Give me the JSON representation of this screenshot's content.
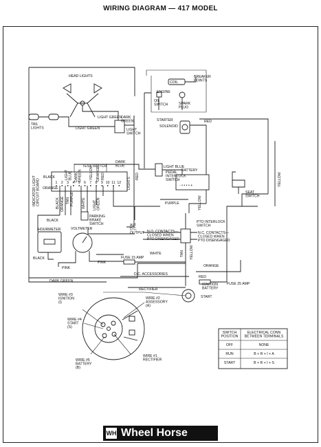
{
  "title": "WIRING DIAGRAM — 417 MODEL",
  "labels": {
    "head_lights": "HEAD LIGHTS",
    "tail_lights": "TAIL\nLIGHTS",
    "light_green_1": "LIGHT GREEN",
    "light_green_2": "LIGHT GREEN",
    "dark_green_top": "DARK\nGREEN",
    "light_switch": "LIGHT\nSWITCH",
    "coil": "COIL",
    "breaker_points": "BREAKER\nPOINTS",
    "engine": "ENGINE",
    "oil_switch": "OIL\nSWITCH",
    "spark_plug": "SPARK\nPLUG",
    "starter": "STARTER",
    "solenoid": "SOLENOID",
    "red_top": "RED",
    "test_switch": "TEST SWITCH",
    "light_blue_1": "LIGHT\nBLUE",
    "dark_green_col": "DARK\nGREEN",
    "yellow_col": "YELLOW",
    "orange_col": "ORANGE",
    "red_col": "RED",
    "dark_blue": "DARK\nBLUE",
    "light_blue_2": "LIGHT BLUE",
    "pedal_interlock": "PEDAL\nINTERLOCK\nSWITCH",
    "battery": "BATTERY",
    "yellow_right": "YELLOW",
    "seat_switch": "SEAT\nSWITCH",
    "black_top": "BLACK",
    "orange_left": "ORANGE",
    "indicator_board": "INDICATOR LIGHT\nCIRCUIT BOARD",
    "lights": "LIGHTS",
    "red_lights": "RED",
    "black_v": "BLACK",
    "orange_v": "ORANGE",
    "tan_v": "TAN",
    "purple_v": "PURPLE",
    "white_v": "WHITE",
    "light_green_v": "LIGHT\nGREEN",
    "purple_h": "PURPLE",
    "yellow_mid": "YELLOW",
    "pto_interlock": "PTO INTERLOCK\nSWITCH",
    "black_left": "BLACK",
    "parking_brake": "PARKING\nBRAKE\nSWITCH",
    "alt_dc": "ALT\nD.C.\nOUTPUT",
    "no_contacts": "N.O. CONTACTS—\nCLOSED WHEN\nPTO DISENGAGED",
    "nc_contacts": "N.C. CONTACTS—\nCLOSED WHEN\nPTO DISENGAGED",
    "hourmeter": "HOURMETER",
    "voltmeter": "VOLTMETER",
    "black_bottom": "BLACK",
    "pink_left": "PINK",
    "pink_mid": "PINK",
    "white_h": "WHITE",
    "tan_h": "TAN",
    "yellow_low": "YELLOW",
    "fuse_15": "FUSE 15 AMP",
    "orange_low": "ORANGE",
    "dark_green_bottom": "DARK GREEN",
    "dc_accessories": "D.C. ACCESSORIES",
    "red_low": "RED",
    "ignition_battery": "IGNITION\nBATTERY",
    "fuse_25": "FUSE 25 AMP",
    "start_low": "START",
    "rectifier_top": "RECTIFIER",
    "wire3": "WIRE #3\nIGNITION\n(I)",
    "wire2": "WIRE #2\nASSESSORY\n(A)",
    "wire4": "WIRE #4\nSTART\n(S)",
    "wire5": "WIRE #5\nBATTERY\n(B)",
    "wire1": "WIRE #1\nRECTIFIER"
  },
  "switch_table": {
    "headers": [
      "SWITCH\nPOSITION",
      "ELECTRICAL CONN\nBETWEEN TERMINALS"
    ],
    "rows": [
      [
        "OFF",
        "NONE"
      ],
      [
        "RUN",
        "B + R + I + A"
      ],
      [
        "START",
        "B + R + I + S"
      ]
    ]
  },
  "terminal_numbers": [
    "1",
    "2",
    "3",
    "4",
    "5",
    "6",
    "7",
    "8",
    "9",
    "10",
    "11",
    "12"
  ],
  "battery_signs": "- • • • • +",
  "logo": {
    "emblem": "WH",
    "text": "Wheel Horse"
  }
}
